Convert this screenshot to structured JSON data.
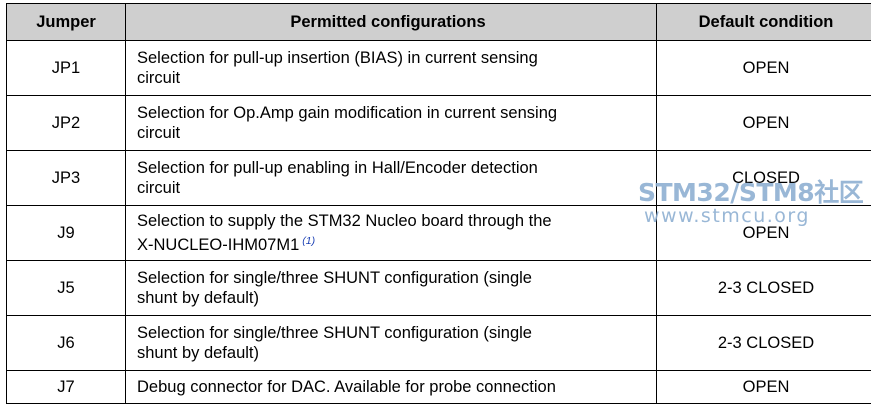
{
  "table": {
    "headers": {
      "jumper": "Jumper",
      "config": "Permitted configurations",
      "default": "Default condition"
    },
    "rows": [
      {
        "jumper": "JP1",
        "config_line1": "Selection for pull-up insertion (BIAS) in current sensing",
        "config_line2": "circuit",
        "default": "OPEN"
      },
      {
        "jumper": "JP2",
        "config_line1": "Selection for Op.Amp gain modification in current sensing",
        "config_line2": "circuit",
        "default": "OPEN"
      },
      {
        "jumper": "JP3",
        "config_line1": "Selection for pull-up enabling in Hall/Encoder detection",
        "config_line2": "circuit",
        "default": "CLOSED"
      },
      {
        "jumper": "J9",
        "config_line1": "Selection to supply the STM32 Nucleo board through the",
        "config_line2": "X-NUCLEO-IHM07M1",
        "footnote": "(1)",
        "default": "OPEN"
      },
      {
        "jumper": "J5",
        "config_line1": "Selection for single/three SHUNT configuration (single",
        "config_line2": "shunt by default)",
        "default": "2-3 CLOSED"
      },
      {
        "jumper": "J6",
        "config_line1": "Selection for single/three SHUNT configuration (single",
        "config_line2": "shunt by default)",
        "default": "2-3 CLOSED"
      },
      {
        "jumper": "J7",
        "config_line1": "Debug connector for DAC. Available for probe connection",
        "default": "OPEN"
      }
    ]
  },
  "watermark": {
    "line1": "STM32/STM8社区",
    "line2": "www.stmcu.org",
    "color": "#8fb0d2"
  },
  "colors": {
    "header_bg": "#cfcfcf",
    "border": "#000000",
    "footnote": "#1a3fb4"
  }
}
